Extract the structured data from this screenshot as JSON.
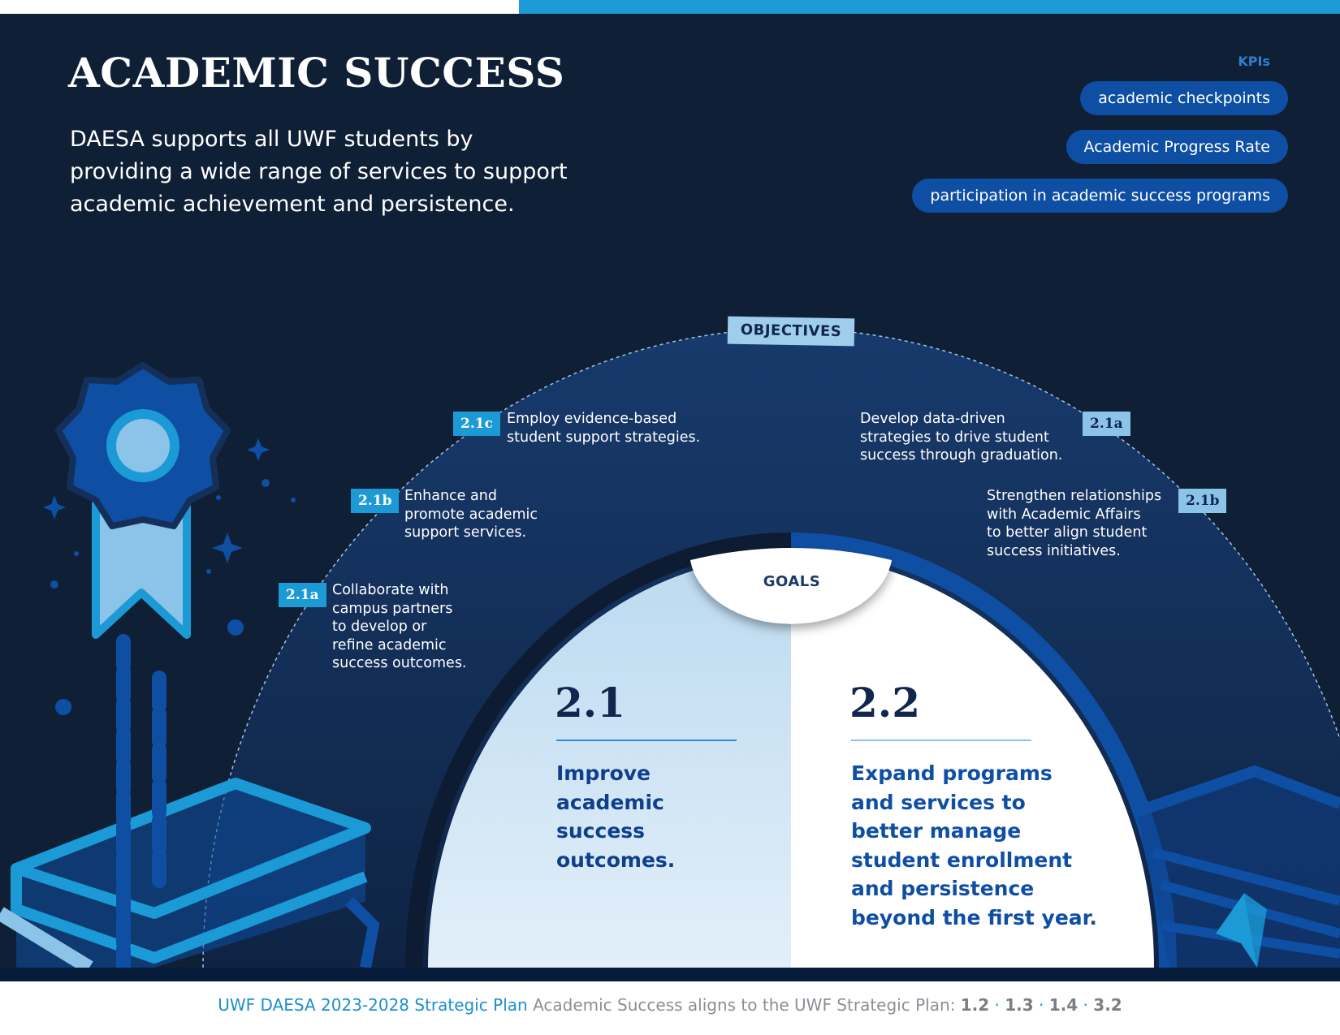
{
  "header": {
    "title": "ACADEMIC SUCCESS",
    "intro_lines": [
      "DAESA supports all UWF students by",
      "providing a wide range of services to support",
      "academic achievement and persistence."
    ]
  },
  "kpis": {
    "heading": "KPIs",
    "items": [
      "academic checkpoints",
      "Academic Progress Rate",
      "participation in academic success programs"
    ]
  },
  "labels": {
    "objectives": "OBJECTIVES",
    "goals": "GOALS"
  },
  "objectives": {
    "left": [
      {
        "tag": "2.1c",
        "lines": [
          "Employ evidence-based",
          "student support strategies."
        ]
      },
      {
        "tag": "2.1b",
        "lines": [
          "Enhance and",
          "promote academic",
          "support services."
        ]
      },
      {
        "tag": "2.1a",
        "lines": [
          "Collaborate with",
          "campus partners",
          "to develop or",
          "refine academic",
          "success outcomes."
        ]
      }
    ],
    "right": [
      {
        "tag": "2.1a",
        "lines": [
          "Develop data-driven",
          "strategies to drive student",
          "success through graduation."
        ]
      },
      {
        "tag": "2.1b",
        "lines": [
          "Strengthen relationships",
          "with Academic Affairs",
          "to better align student",
          "success initiatives."
        ]
      }
    ]
  },
  "goals": [
    {
      "number": "2.1",
      "lines": [
        "Improve",
        "academic",
        "success",
        "outcomes."
      ]
    },
    {
      "number": "2.2",
      "lines": [
        "Expand programs",
        "and services to",
        "better manage",
        "student enrollment",
        "and persistence",
        "beyond the first year."
      ]
    }
  ],
  "footer": {
    "plan_name": "UWF DAESA 2023-2028 Strategic Plan",
    "alignment_text": "Academic Success aligns to the UWF Strategic Plan:",
    "alignment_numbers": [
      "1.2",
      "1.3",
      "1.4",
      "3.2"
    ]
  },
  "colors": {
    "background": "#0f1f35",
    "accent_blue": "#1b9ad6",
    "pill_blue": "#0f4fa3",
    "goal_text": "#0f3f8c",
    "light_blue": "#9fcdec"
  },
  "icons": [
    "award-ribbon-icon",
    "sparkle-icon",
    "books-icon",
    "uwf-argo-logo-icon"
  ]
}
